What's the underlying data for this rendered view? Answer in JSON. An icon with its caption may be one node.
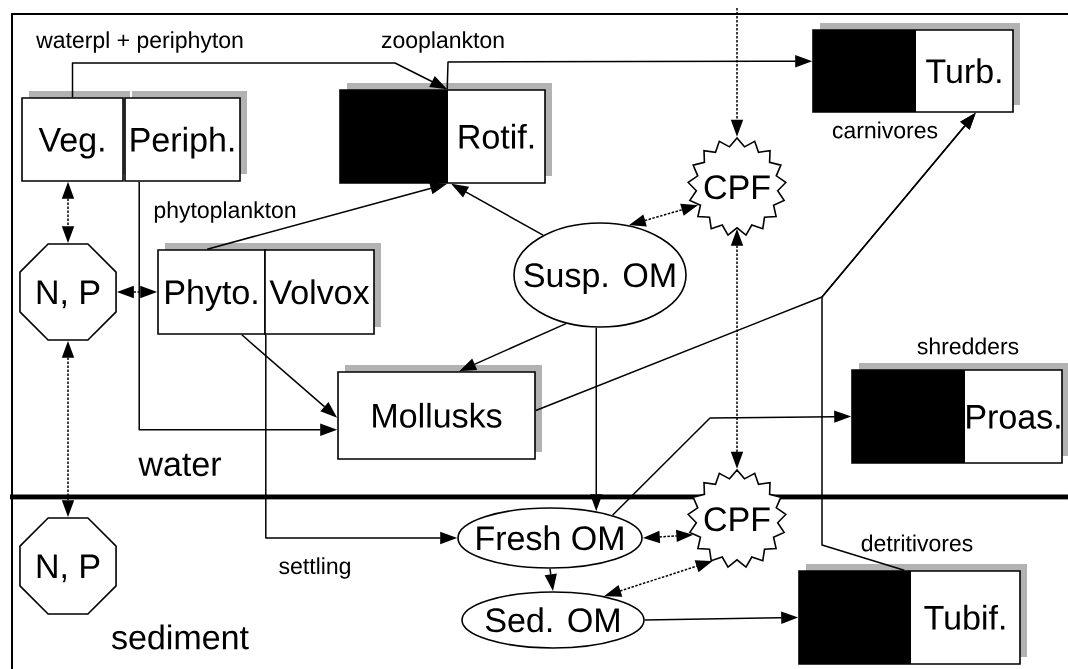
{
  "diagram": {
    "nodes": [
      {
        "text": [
          "Veg."
        ],
        "beside": [
          "waterpl + periphyton"
        ]
      },
      {
        "text": [
          "Periph."
        ]
      },
      {
        "text": [
          "Rotif."
        ],
        "beside": [
          "zooplankton"
        ]
      },
      {
        "text": [
          "Turb."
        ],
        "beside": [
          "carnivores"
        ]
      },
      {
        "text": [
          "CPF"
        ]
      },
      {
        "text": [
          "N, P"
        ]
      },
      {
        "text": [
          "Phyto."
        ],
        "beside": [
          "phytoplankton"
        ]
      },
      {
        "text": [
          "Volvox"
        ]
      },
      {
        "text": [
          "Susp. OM"
        ]
      },
      {
        "text": [
          "Mollusks"
        ]
      },
      {
        "text": [
          "Proas."
        ],
        "beside": [
          "shredders"
        ]
      },
      {
        "text": [
          "N, P"
        ]
      },
      {
        "text": [
          "Fresh OM"
        ]
      },
      {
        "text": [
          "CPF"
        ]
      },
      {
        "text": [
          "Sed. OM"
        ]
      },
      {
        "text": [
          "Tubif."
        ],
        "beside": [
          "detritivores"
        ]
      }
    ],
    "edges": [
      {
        "from": 0,
        "to": 2,
        "arrow": "to"
      },
      {
        "from": 2,
        "to": 3,
        "arrow": "to"
      },
      {
        "from": null,
        "to": 4,
        "arrow": "to",
        "style": "dashed"
      },
      {
        "from": 0,
        "to": 5,
        "arrow": "both",
        "style": "dashed"
      },
      {
        "from": 5,
        "to": 6,
        "arrow": "both",
        "style": "dashed"
      },
      {
        "from": 5,
        "to": 11,
        "arrow": "both",
        "style": "dashed"
      },
      {
        "from": 6,
        "to": 2,
        "arrow": "to"
      },
      {
        "from": 8,
        "to": 2,
        "arrow": "to"
      },
      {
        "from": 8,
        "to": 4,
        "arrow": "both",
        "style": "dashed"
      },
      {
        "from": 4,
        "to": 13,
        "arrow": "both",
        "style": "dashed"
      },
      {
        "from": 1,
        "to": 9,
        "arrow": "to"
      },
      {
        "from": 6,
        "to": 9,
        "arrow": "to"
      },
      {
        "from": 8,
        "to": 9,
        "arrow": "to"
      },
      {
        "from": 9,
        "to": 3,
        "arrow": "to"
      },
      {
        "from": 15,
        "to": 3,
        "arrow": "to"
      },
      {
        "from": 8,
        "to": 12,
        "arrow": "to"
      },
      {
        "from": 6,
        "to": 12,
        "arrow": "to",
        "label": "settling"
      },
      {
        "from": 12,
        "to": 10,
        "arrow": "to"
      },
      {
        "from": 12,
        "to": 13,
        "arrow": "both",
        "style": "dashed"
      },
      {
        "from": 12,
        "to": 14,
        "arrow": "to"
      },
      {
        "from": 14,
        "to": 13,
        "arrow": "both",
        "style": "dashed"
      },
      {
        "from": 14,
        "to": 15,
        "arrow": "to"
      }
    ],
    "labels": [
      "water",
      "sediment"
    ]
  }
}
